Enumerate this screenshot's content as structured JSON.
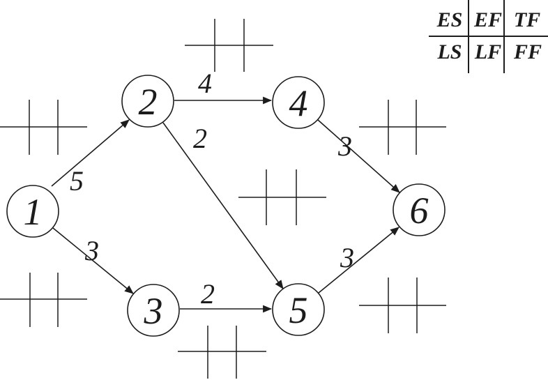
{
  "diagram": {
    "nodes": [
      {
        "label": "1"
      },
      {
        "label": "2"
      },
      {
        "label": "3"
      },
      {
        "label": "4"
      },
      {
        "label": "5"
      },
      {
        "label": "6"
      }
    ],
    "edges": [
      {
        "from": "1",
        "to": "2",
        "weight": "5"
      },
      {
        "from": "1",
        "to": "3",
        "weight": "3"
      },
      {
        "from": "2",
        "to": "4",
        "weight": "4"
      },
      {
        "from": "2",
        "to": "5",
        "weight": "2"
      },
      {
        "from": "3",
        "to": "5",
        "weight": "2"
      },
      {
        "from": "4",
        "to": "6",
        "weight": "3"
      },
      {
        "from": "5",
        "to": "6",
        "weight": "3"
      }
    ],
    "legend": {
      "top_row": [
        "ES",
        "EF",
        "TF"
      ],
      "bottom_row": [
        "LS",
        "LF",
        "FF"
      ]
    },
    "colors": {
      "ink": "#1c1c1c",
      "background": "#ffffff"
    }
  }
}
